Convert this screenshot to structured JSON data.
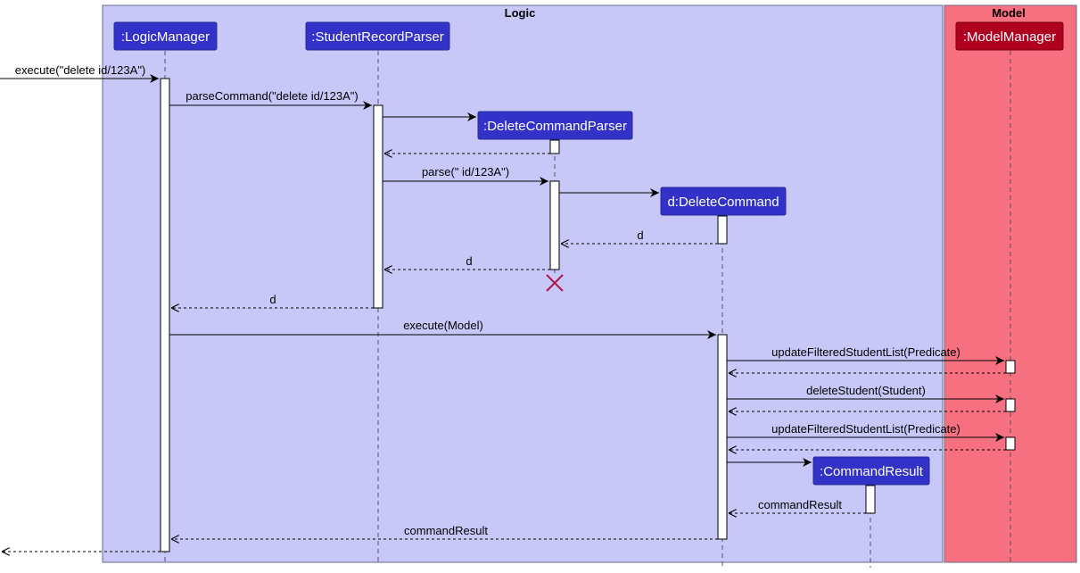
{
  "diagram": {
    "frames": {
      "logic": {
        "title": "Logic",
        "color": "#c7c8f8"
      },
      "model": {
        "title": "Model",
        "color": "#f7707f"
      }
    },
    "participants": {
      "logic_manager": ":LogicManager",
      "student_record_parser": ":StudentRecordParser",
      "delete_command_parser": ":DeleteCommandParser",
      "delete_command": "d:DeleteCommand",
      "command_result": ":CommandResult",
      "model_manager": ":ModelManager"
    },
    "messages": {
      "m1": "execute(\"delete id/123A\")",
      "m2": "parseCommand(\"delete id/123A\")",
      "m3": "parse(\" id/123A\")",
      "m4": "d",
      "m5": "d",
      "m6": "d",
      "m7": "execute(Model)",
      "m8": "updateFilteredStudentList(Predicate)",
      "m9": "deleteStudent(Student)",
      "m10": "updateFilteredStudentList(Predicate)",
      "m11": "commandResult",
      "m12": "commandResult"
    },
    "colors": {
      "participant_fill": "#3232c8",
      "model_participant_fill": "#b00020",
      "destroy_mark": "#b0184a",
      "line": "#000000"
    }
  }
}
